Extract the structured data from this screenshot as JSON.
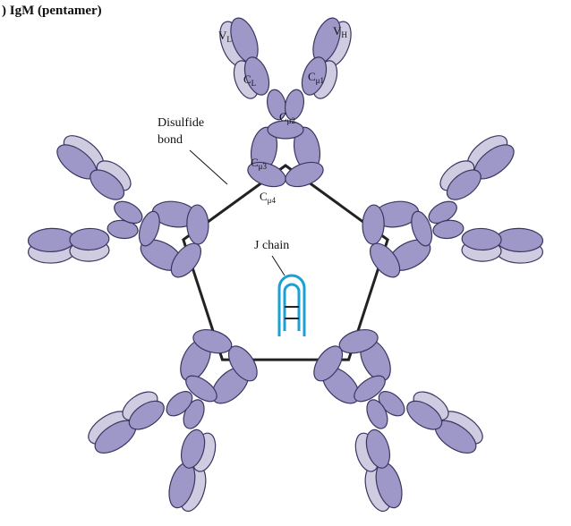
{
  "figure": {
    "title": ") IgM (pentamer)",
    "labels": {
      "disulfide_line1": "Disulfide",
      "disulfide_line2": "bond",
      "j_chain": "J chain"
    },
    "domains": {
      "vl": {
        "main": "V",
        "sub": "L"
      },
      "vh": {
        "main": "V",
        "sub": "H"
      },
      "cl": {
        "main": "C",
        "sub": "L"
      },
      "cmu1": {
        "main": "C",
        "sub": "μ1"
      },
      "cmu2": {
        "main": "C",
        "sub": "μ2"
      },
      "cmu3": {
        "main": "C",
        "sub": "μ3"
      },
      "cmu4": {
        "main": "C",
        "sub": "μ4"
      }
    },
    "colors": {
      "heavy_chain": "#9d98c8",
      "light_chain": "#cfcbe0",
      "outline": "#3b3560",
      "disulfide_bond": "#222222",
      "j_chain": "#1ba0d6"
    }
  }
}
